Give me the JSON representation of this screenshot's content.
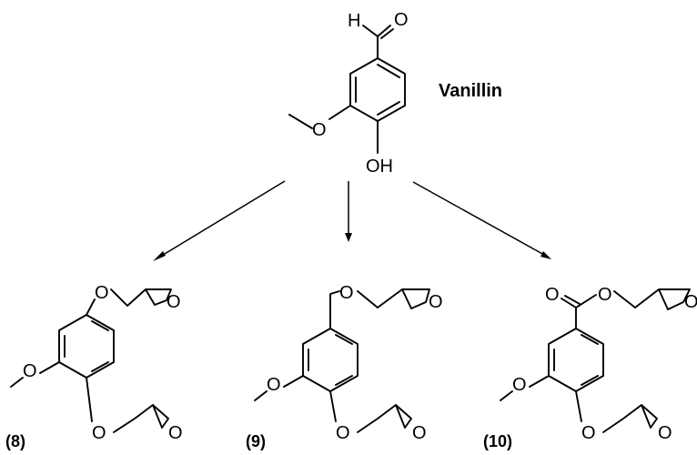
{
  "title": "Vanillin",
  "atoms": {
    "h": "H",
    "o": "O",
    "oh": "OH"
  },
  "compounds": [
    {
      "label": "(8)"
    },
    {
      "label": "(9)"
    },
    {
      "label": "(10)"
    }
  ]
}
